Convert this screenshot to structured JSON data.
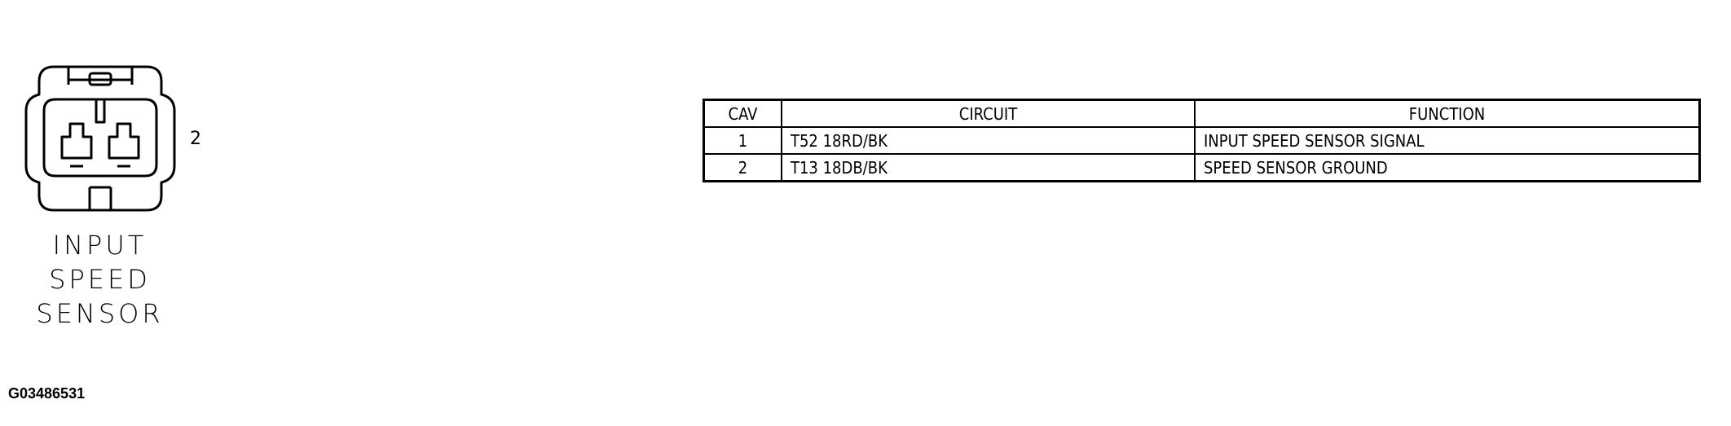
{
  "connector": {
    "name_lines": [
      "INPUT",
      "SPEED",
      "SENSOR"
    ],
    "cavity_count_label": "2"
  },
  "figure_code": "G03486531",
  "pinout_table": {
    "headers": [
      "CAV",
      "CIRCUIT",
      "FUNCTION"
    ],
    "rows": [
      {
        "cav": "1",
        "circuit": "T52 18RD/BK",
        "function": "INPUT SPEED SENSOR SIGNAL"
      },
      {
        "cav": "2",
        "circuit": "T13 18DB/BK",
        "function": "SPEED SENSOR GROUND"
      }
    ]
  }
}
